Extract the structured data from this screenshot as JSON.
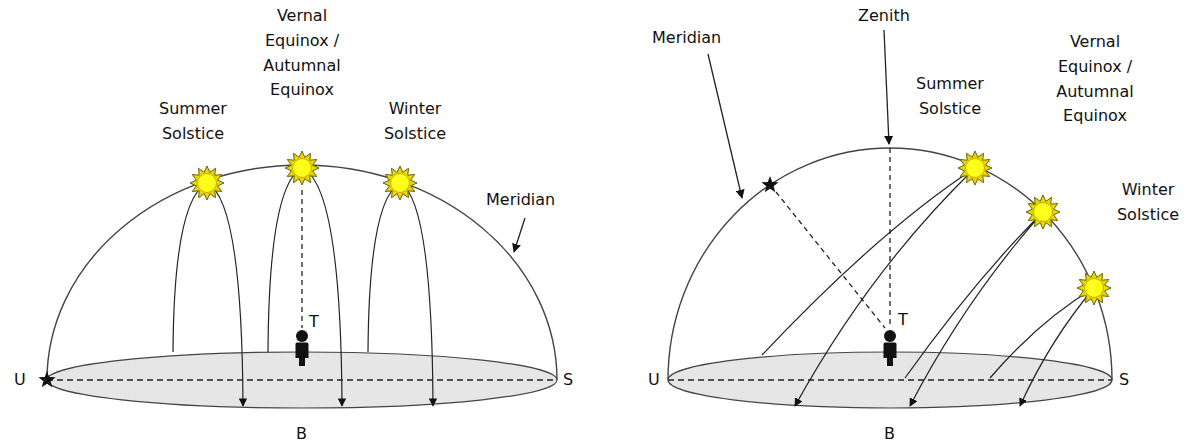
{
  "diagram": {
    "labels": [
      "Summer Solstice",
      "Vernal Equinox / Autumnal Equinox",
      "Winter Solstice",
      "Meridian",
      "T",
      "U",
      "S",
      "B",
      "Zenith",
      "Meridian",
      "Summer Solstice",
      "Vernal Equinox / Autumnal Equinox",
      "Winter Solstice",
      "T",
      "U",
      "S",
      "B"
    ]
  }
}
